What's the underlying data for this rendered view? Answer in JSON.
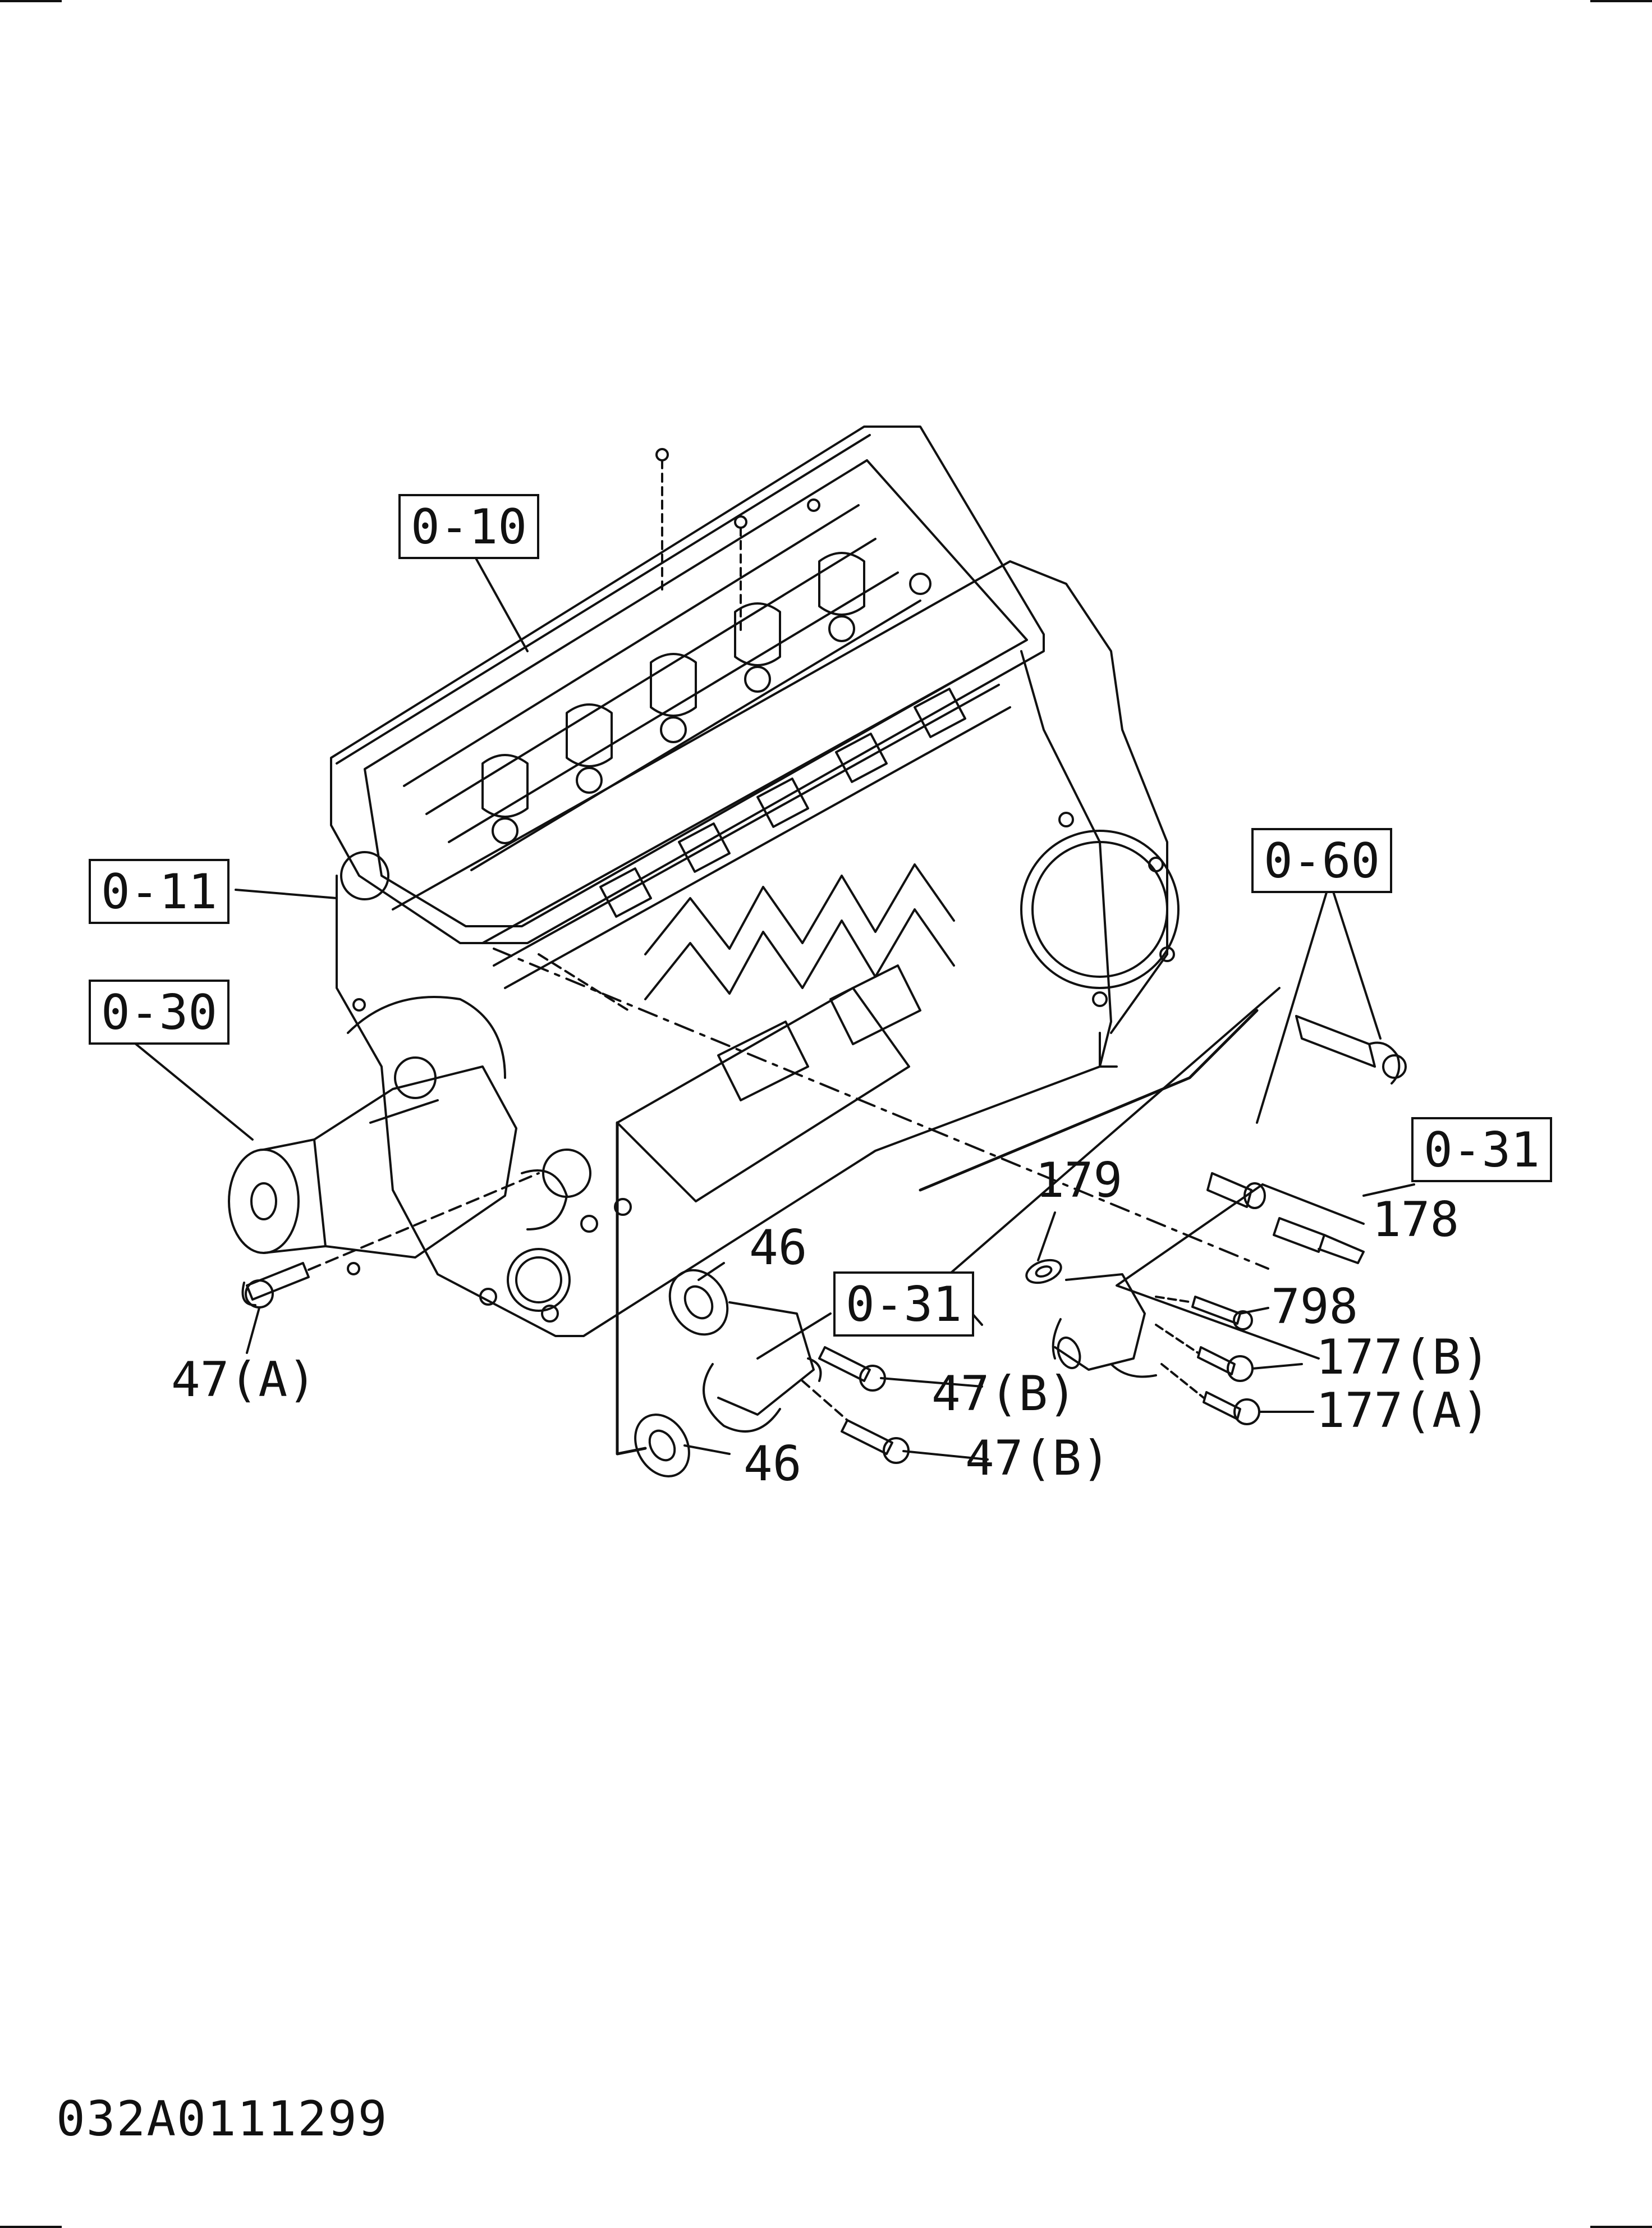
{
  "callouts": {
    "ref_0_10": "0-10",
    "ref_0_11": "0-11",
    "ref_0_30": "0-30",
    "ref_0_60": "0-60",
    "ref_0_31_right": "0-31",
    "ref_0_31_center": "0-31",
    "part_179": "179",
    "part_178": "178",
    "part_798": "798",
    "part_177b": "177(B)",
    "part_177a": "177(A)",
    "part_46_upper": "46",
    "part_46_lower": "46",
    "part_47b_upper": "47(B)",
    "part_47b_lower": "47(B)",
    "part_47a": "47(A)"
  },
  "document_id": "032A0111299",
  "colors": {
    "ink": "#111111",
    "paper": "#ffffff"
  }
}
